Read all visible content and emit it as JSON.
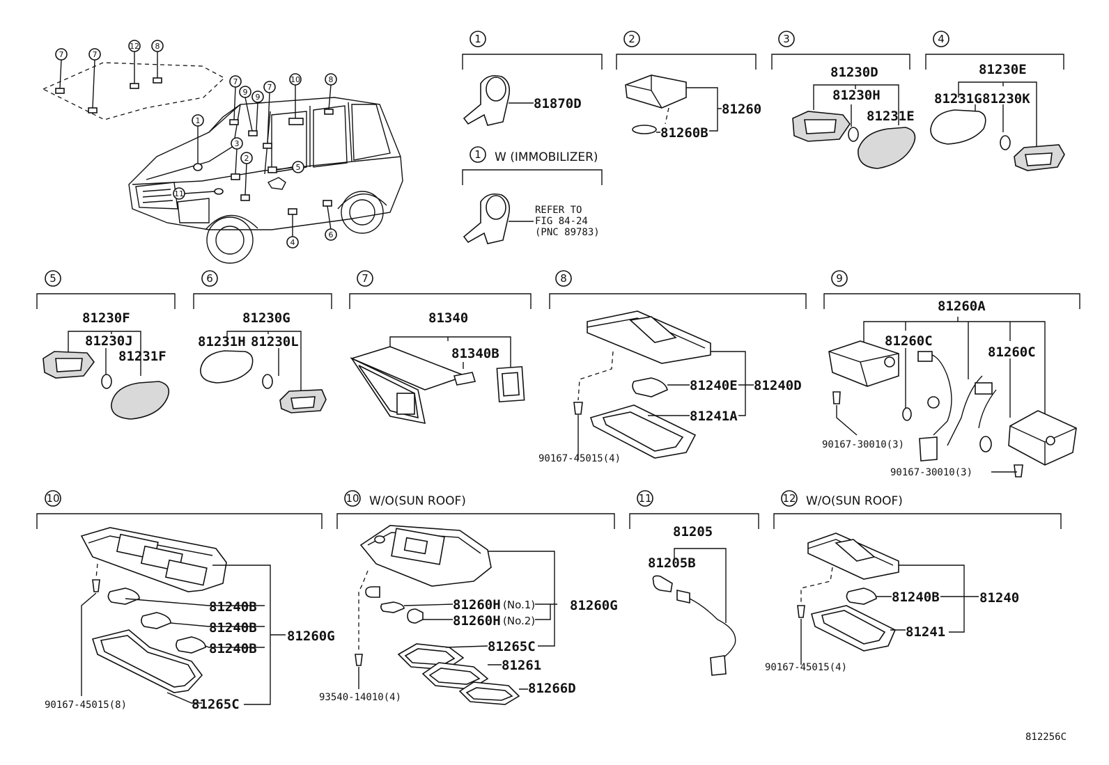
{
  "diagram_code": "812256C",
  "callouts": {
    "c1": "1",
    "c2": "2",
    "c3": "3",
    "c4": "4",
    "c5": "5",
    "c6": "6",
    "c7": "7",
    "c8": "8",
    "c9": "9",
    "c10": "10",
    "c11": "11",
    "c12": "12"
  },
  "group_notes": {
    "immobilizer": "W (IMMOBILIZER)",
    "sunroof_10": "W/O(SUN ROOF)",
    "sunroof_12": "W/O(SUN ROOF)"
  },
  "refer": {
    "line1": "REFER TO",
    "line2": "FIG 84-24",
    "line3": "(PNC 89783)"
  },
  "parts": {
    "p81870D": "81870D",
    "p81260": "81260",
    "p81260B": "81260B",
    "p81230D": "81230D",
    "p81230H": "81230H",
    "p81231E": "81231E",
    "p81230E": "81230E",
    "p81231G": "81231G",
    "p81230K": "81230K",
    "p81230F": "81230F",
    "p81230J": "81230J",
    "p81231F": "81231F",
    "p81230G": "81230G",
    "p81231H": "81231H",
    "p81230L": "81230L",
    "p81340": "81340",
    "p81340B": "81340B",
    "p81240E": "81240E",
    "p81240D": "81240D",
    "p81241A": "81241A",
    "s90167_45015_4a": "90167-45015(4)",
    "p81260A": "81260A",
    "p81260C_1": "81260C",
    "p81260C_2": "81260C",
    "s90167_30010_a": "90167-30010(3)",
    "s90167_30010_b": "90167-30010(3)",
    "p81240B_1": "81240B",
    "p81240B_2": "81240B",
    "p81240B_3": "81240B",
    "p81260G_1": "81260G",
    "p81265C_1": "81265C",
    "s90167_45015_8": "90167-45015(8)",
    "p81260H_1": "81260H",
    "no1": "(No.1)",
    "p81260H_2": "81260H",
    "no2": "(No.2)",
    "p81260G_2": "81260G",
    "p81265C_2": "81265C",
    "p81261": "81261",
    "p81266D": "81266D",
    "s93540": "93540-14010(4)",
    "p81205": "81205",
    "p81205B": "81205B",
    "p81240B_4": "81240B",
    "p81240": "81240",
    "p81241": "81241",
    "s90167_45015_4b": "90167-45015(4)"
  }
}
